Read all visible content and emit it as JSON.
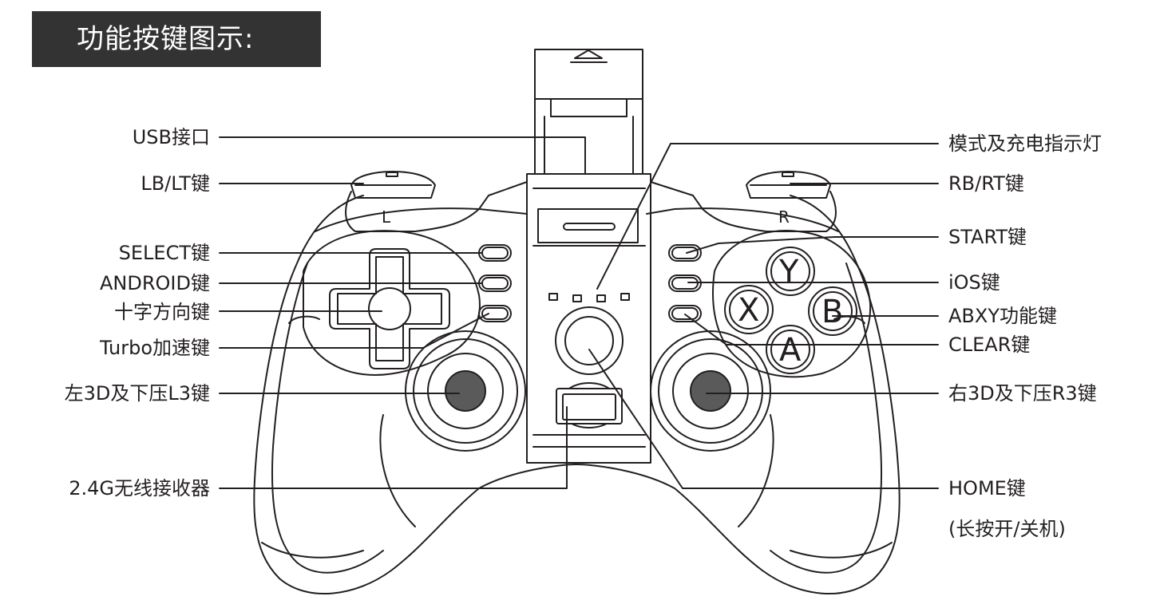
{
  "title": "功能按键图示:",
  "labels_left": {
    "usb": "USB接口",
    "lb_lt": "LB/LT键",
    "select": "SELECT键",
    "android": "ANDROID键",
    "dpad": "十字方向键",
    "turbo": "Turbo加速键",
    "left_stick": "左3D及下压L3键",
    "receiver": "2.4G无线接收器"
  },
  "labels_right": {
    "mode_led": "模式及充电指示灯",
    "rb_rt": "RB/RT键",
    "start": "START键",
    "ios": "iOS键",
    "abxy": "ABXY功能键",
    "clear": "CLEAR键",
    "right_stick": "右3D及下压R3键",
    "home": "HOME键",
    "home_note": "(长按开/关机)"
  },
  "controller_marks": {
    "shoulder_left": "L",
    "shoulder_right": "R",
    "button_y": "Y",
    "button_x": "X",
    "button_b": "B",
    "button_a": "A"
  },
  "colors": {
    "title_bg": "#333333",
    "title_text": "#ffffff",
    "line": "#231f20",
    "stick_cap": "#5a5a5a"
  }
}
